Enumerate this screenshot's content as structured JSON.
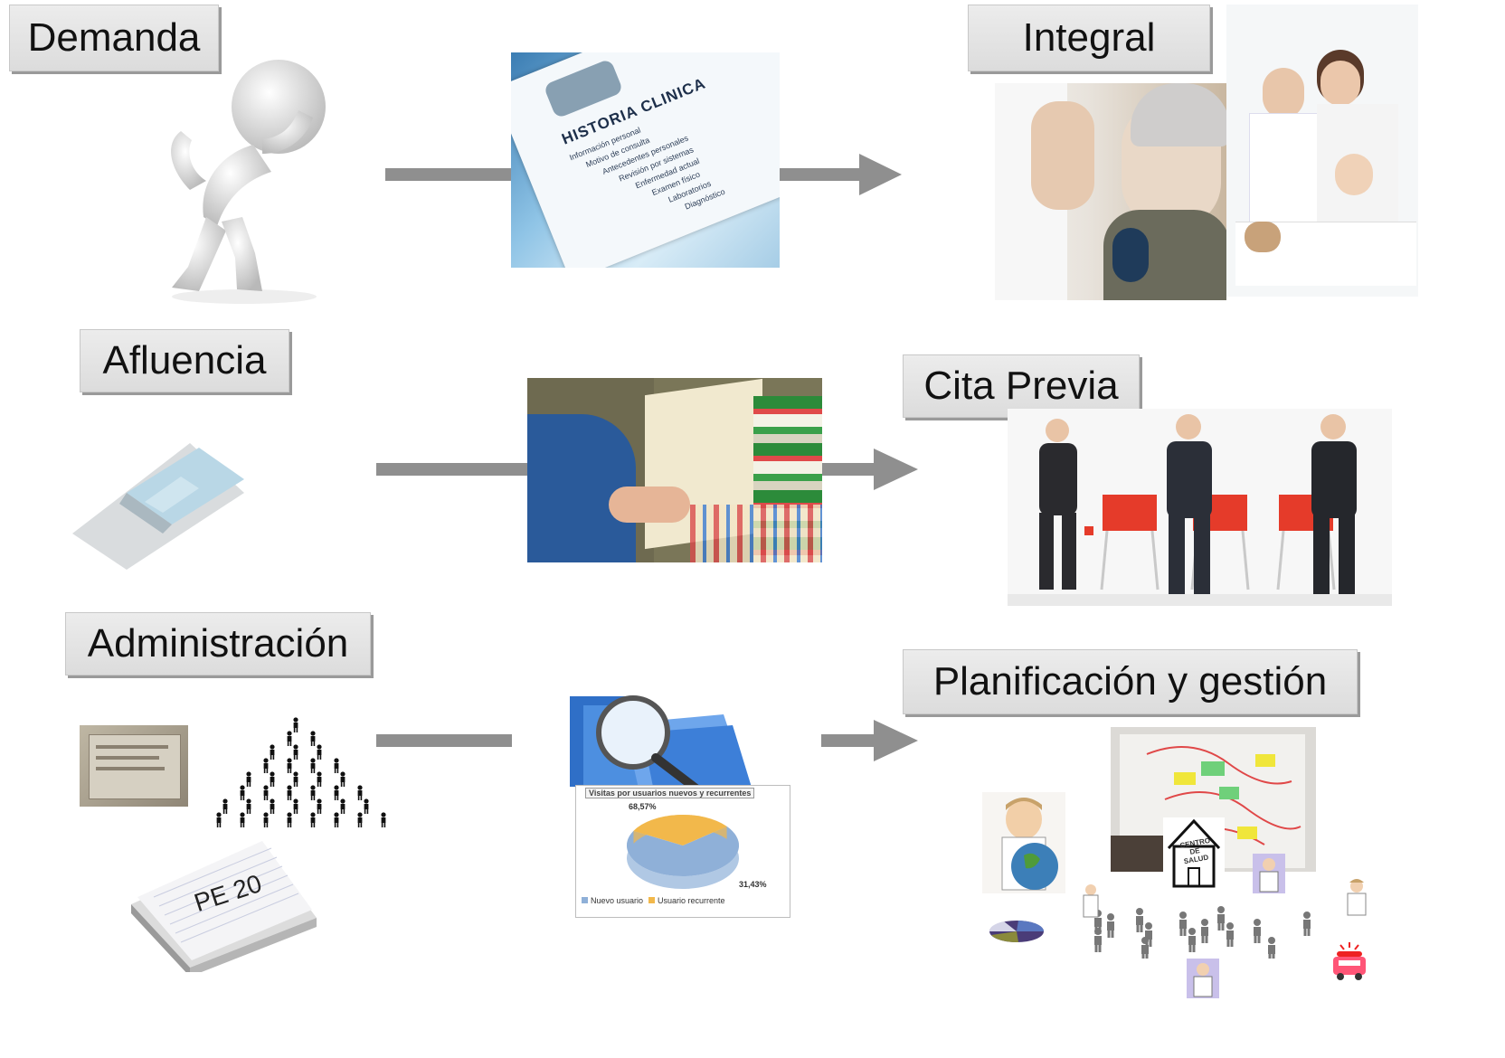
{
  "labels": {
    "demanda": "Demanda",
    "afluencia": "Afluencia",
    "administracion": "Administración",
    "integral": "Integral",
    "cita_previa": "Cita Previa",
    "planificacion": "Planificación y gestión"
  },
  "clipboard": {
    "title": "HISTORIA CLINICA",
    "lines": [
      "Información personal",
      "Motivo de consulta",
      "Antecedentes personales",
      "Revisión por sistemas",
      "Enfermedad actual",
      "Examen físico",
      "Laboratorios",
      "Diagnóstico"
    ]
  },
  "report_card": {
    "title": "Visitas por usuarios nuevos y recurrentes",
    "pct_new": "68,57%",
    "pct_rec": "31,43%",
    "legend_new": "Nuevo usuario",
    "legend_rec": "Usuario recurrente"
  },
  "chart_data": {
    "type": "pie",
    "title": "Visitas por usuarios nuevos y recurrentes",
    "categories": [
      "Nuevo usuario",
      "Usuario recurrente"
    ],
    "values": [
      68.57,
      31.43
    ],
    "colors": [
      "#8fb0d8",
      "#f2b84b"
    ],
    "legend": "bottom"
  },
  "paper": {
    "label": "PE 20"
  },
  "health_center": {
    "sign": "CENTRO DE SALUD"
  },
  "colors": {
    "arrow": "#8f8f8f",
    "label_bg": "#e2e2e2"
  }
}
